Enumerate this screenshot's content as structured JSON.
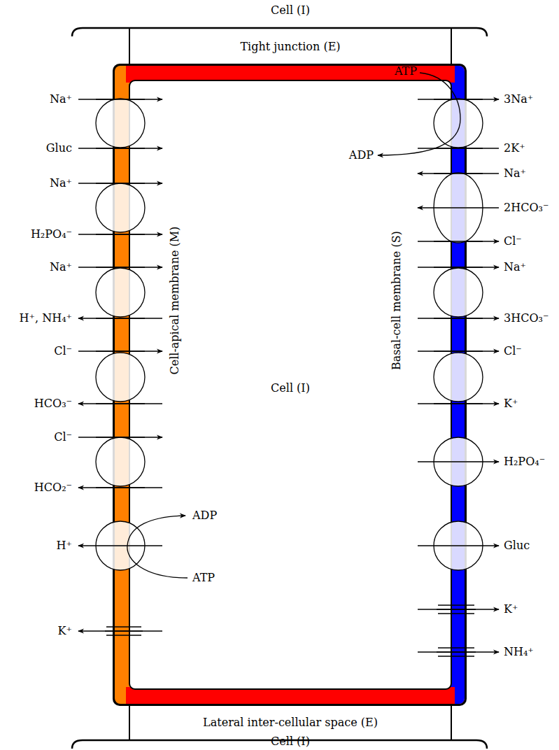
{
  "diagram": {
    "nodes": [
      {
        "text": [
          "Cell (I)"
        ]
      }
    ],
    "labels": [
      "Cell (I)",
      "Tight junction (E)",
      "Na⁺",
      "Gluc",
      "Na⁺",
      "H₂PO₄⁻",
      "Na⁺",
      "H⁺, NH₄⁺",
      "Cl⁻",
      "HCO₃⁻",
      "Cl⁻",
      "HCO₂⁻",
      "H⁺",
      "K⁺",
      "ADP",
      "ATP",
      "ATP",
      "ADP",
      "3Na⁺",
      "2K⁺",
      "Na⁺",
      "2HCO₃⁻",
      "Cl⁻",
      "Na⁺",
      "3HCO₃⁻",
      "Cl⁻",
      "K⁺",
      "H₂PO₄⁻",
      "Gluc",
      "K⁺",
      "NH₄⁺",
      "Cell-apical membrane (M)",
      "Basal-cell membrane (S)",
      "Lateral inter-cellular space (E)",
      "Cell (I)"
    ]
  }
}
